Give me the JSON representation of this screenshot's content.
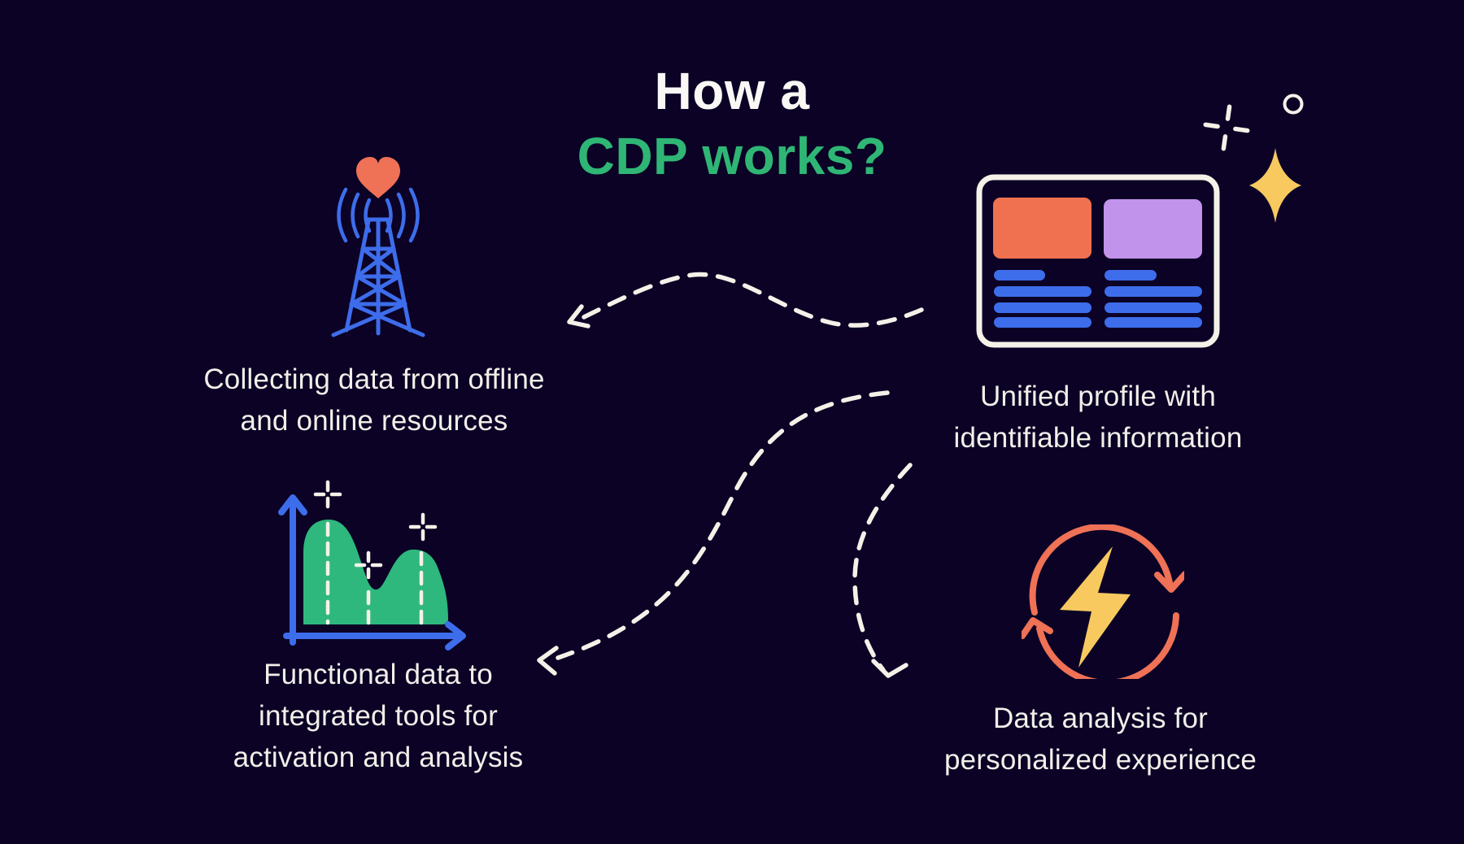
{
  "title": {
    "line1": "How a",
    "line2": "CDP works?"
  },
  "sections": {
    "collecting": {
      "icon": "radio-tower-with-heart",
      "line1": "Collecting data from offline",
      "line2": "and online resources"
    },
    "unified": {
      "icon": "unified-profile-card",
      "line1": "Unified profile with",
      "line2": "identifiable information"
    },
    "functional": {
      "icon": "area-chart-with-axes",
      "line1": "Functional data to",
      "line2": "integrated tools for",
      "line3": "activation and analysis"
    },
    "analysis": {
      "icon": "sync-cycle-lightning",
      "line1": "Data analysis for",
      "line2": "personalized experience"
    }
  },
  "decorations": {
    "plus_sparkle": "plus-sparkle-icon",
    "circle_outline": "circle-outline-icon",
    "star_sparkle": "four-point-star-icon"
  },
  "arrows": {
    "card_to_tower": "dashed wave arrow pointing left",
    "profile_to_functional": "dashed s-curve arrow pointing left",
    "profile_to_analysis": "dashed curve arrow pointing down-right"
  },
  "colors": {
    "background": "#0B0226",
    "title_white": "#FAF8F5",
    "title_green": "#2FB675",
    "blue": "#3D6DEB",
    "coral": "#EF7156",
    "orange_card": "#F0714F",
    "purple_card": "#C293EA",
    "yellow": "#F8C95F",
    "chart_green": "#2EB87D",
    "text": "#F2EFE9",
    "dash_white": "#F5F1E8"
  }
}
